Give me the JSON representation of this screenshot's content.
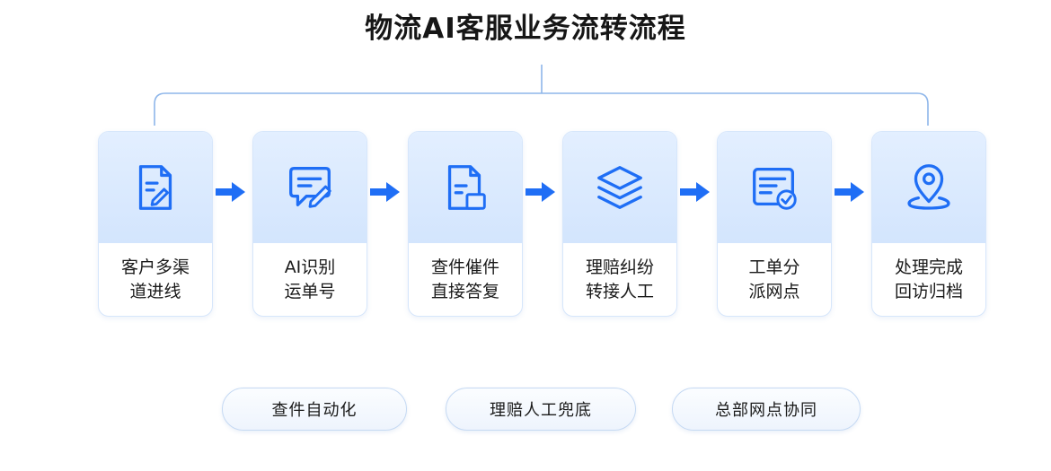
{
  "title": "物流AI客服业务流转流程",
  "steps": [
    {
      "line1": "客户多渠",
      "line2": "道进线",
      "icon": "document-edit-icon"
    },
    {
      "line1": "AI识别",
      "line2": "运单号",
      "icon": "chat-pen-icon"
    },
    {
      "line1": "查件催件",
      "line2": "直接答复",
      "icon": "document-reply-icon"
    },
    {
      "line1": "理赔纠纷",
      "line2": "转接人工",
      "icon": "layers-icon"
    },
    {
      "line1": "工单分",
      "line2": "派网点",
      "icon": "ticket-check-icon"
    },
    {
      "line1": "处理完成",
      "line2": "回访归档",
      "icon": "location-pin-icon"
    }
  ],
  "footer_pills": [
    "查件自动化",
    "理赔人工兜底",
    "总部网点协同"
  ],
  "colors": {
    "accent": "#1f6ef5",
    "connector": "#8eb6ea",
    "card_top": "#dbe9fd"
  }
}
